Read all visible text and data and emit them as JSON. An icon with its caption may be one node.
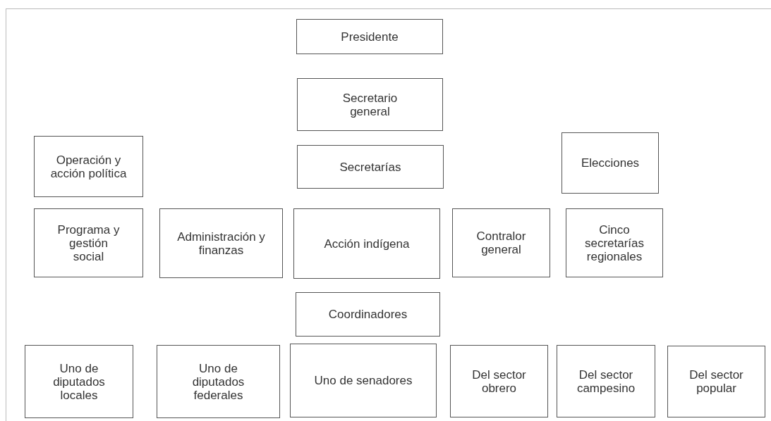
{
  "diagram": {
    "nodes": [
      {
        "text": [
          "Presidente"
        ]
      },
      {
        "text": [
          "Secretario general"
        ]
      },
      {
        "text": [
          "Operación y acción política"
        ]
      },
      {
        "text": [
          "Secretarías"
        ]
      },
      {
        "text": [
          "Elecciones"
        ]
      },
      {
        "text": [
          "Programa y gestión social"
        ]
      },
      {
        "text": [
          "Administración y finanzas"
        ]
      },
      {
        "text": [
          "Acción indígena"
        ]
      },
      {
        "text": [
          "Contralor general"
        ]
      },
      {
        "text": [
          "Cinco secretarías regionales"
        ]
      },
      {
        "text": [
          "Coordinadores"
        ]
      },
      {
        "text": [
          "Uno de diputados locales"
        ]
      },
      {
        "text": [
          "Uno de diputados federales"
        ]
      },
      {
        "text": [
          "Uno de senadores"
        ]
      },
      {
        "text": [
          "Del sector obrero"
        ]
      },
      {
        "text": [
          "Del sector campesino"
        ]
      },
      {
        "text": [
          "Del sector popular"
        ]
      }
    ]
  }
}
